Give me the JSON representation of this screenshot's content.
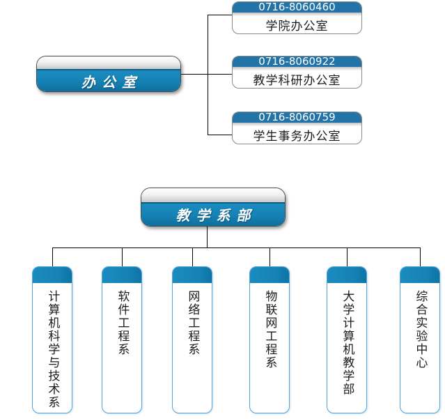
{
  "colors": {
    "teal_blue": "#1581b4",
    "header_blue": "#2173a8",
    "pill_divider": "#0a5a88",
    "dept_border": "#54a3dd",
    "phone_border": "#8a8a8a",
    "pill_border": "#4a4a4a",
    "line_color": "#000000",
    "text_dark": "#1a1a1a",
    "text_white": "#ffffff"
  },
  "office_section": {
    "root": {
      "label": "办公室"
    },
    "children": [
      {
        "phone": "0716-8060460",
        "name": "学院办公室"
      },
      {
        "phone": "0716-8060922",
        "name": "教学科研办公室"
      },
      {
        "phone": "0716-8060759",
        "name": "学生事务办公室"
      }
    ]
  },
  "teaching_section": {
    "root": {
      "label": "教学系部"
    },
    "departments": [
      {
        "name": "计算机科学与技术系"
      },
      {
        "name": "软件工程系"
      },
      {
        "name": "网络工程系"
      },
      {
        "name": "物联网工程系"
      },
      {
        "name": "大学计算机教学部"
      },
      {
        "name": "综合实验中心"
      }
    ]
  }
}
